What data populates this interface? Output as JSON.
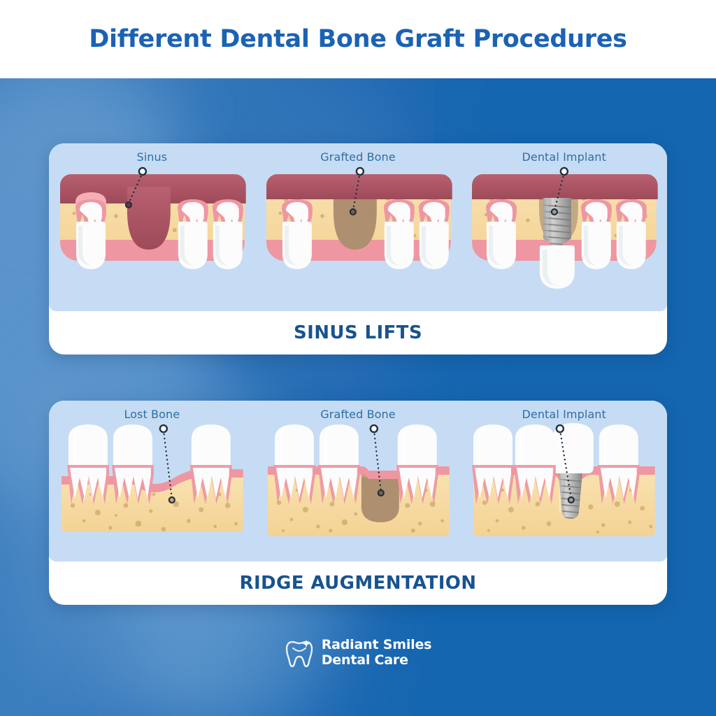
{
  "header": {
    "title": "Different Dental Bone Graft Procedures"
  },
  "panels": [
    {
      "id": "sinus-lifts",
      "caption": "SINUS LIFTS",
      "steps": [
        {
          "label": "Sinus"
        },
        {
          "label": "Grafted Bone"
        },
        {
          "label": "Dental Implant"
        }
      ]
    },
    {
      "id": "ridge-augmentation",
      "caption": "RIDGE AUGMENTATION",
      "steps": [
        {
          "label": "Lost Bone"
        },
        {
          "label": "Grafted Bone"
        },
        {
          "label": "Dental Implant"
        }
      ]
    }
  ],
  "logo": {
    "icon": "tooth-icon",
    "line1": "Radiant Smiles",
    "line2": "Dental Care"
  },
  "colors": {
    "background_blue": "#1466B0",
    "header_white": "#FFFFFF",
    "title_blue": "#1B62B3",
    "caption_blue": "#17538F",
    "card_light_blue": "#C6DCF4",
    "label_blue": "#2E6EA6",
    "sinus_red": "#A85261",
    "sinus_red_light": "#B8606F",
    "bone_yellow": "#F7DCA4",
    "bone_speck": "#C9A96A",
    "gum_pink": "#EE97A2",
    "gum_pink_light": "#F3AEB6",
    "tooth_white": "#FCFCFC",
    "grafted_bone": "#AE8F70",
    "implant_gray": "#A8A8A8",
    "leader_line": "#20303E"
  }
}
